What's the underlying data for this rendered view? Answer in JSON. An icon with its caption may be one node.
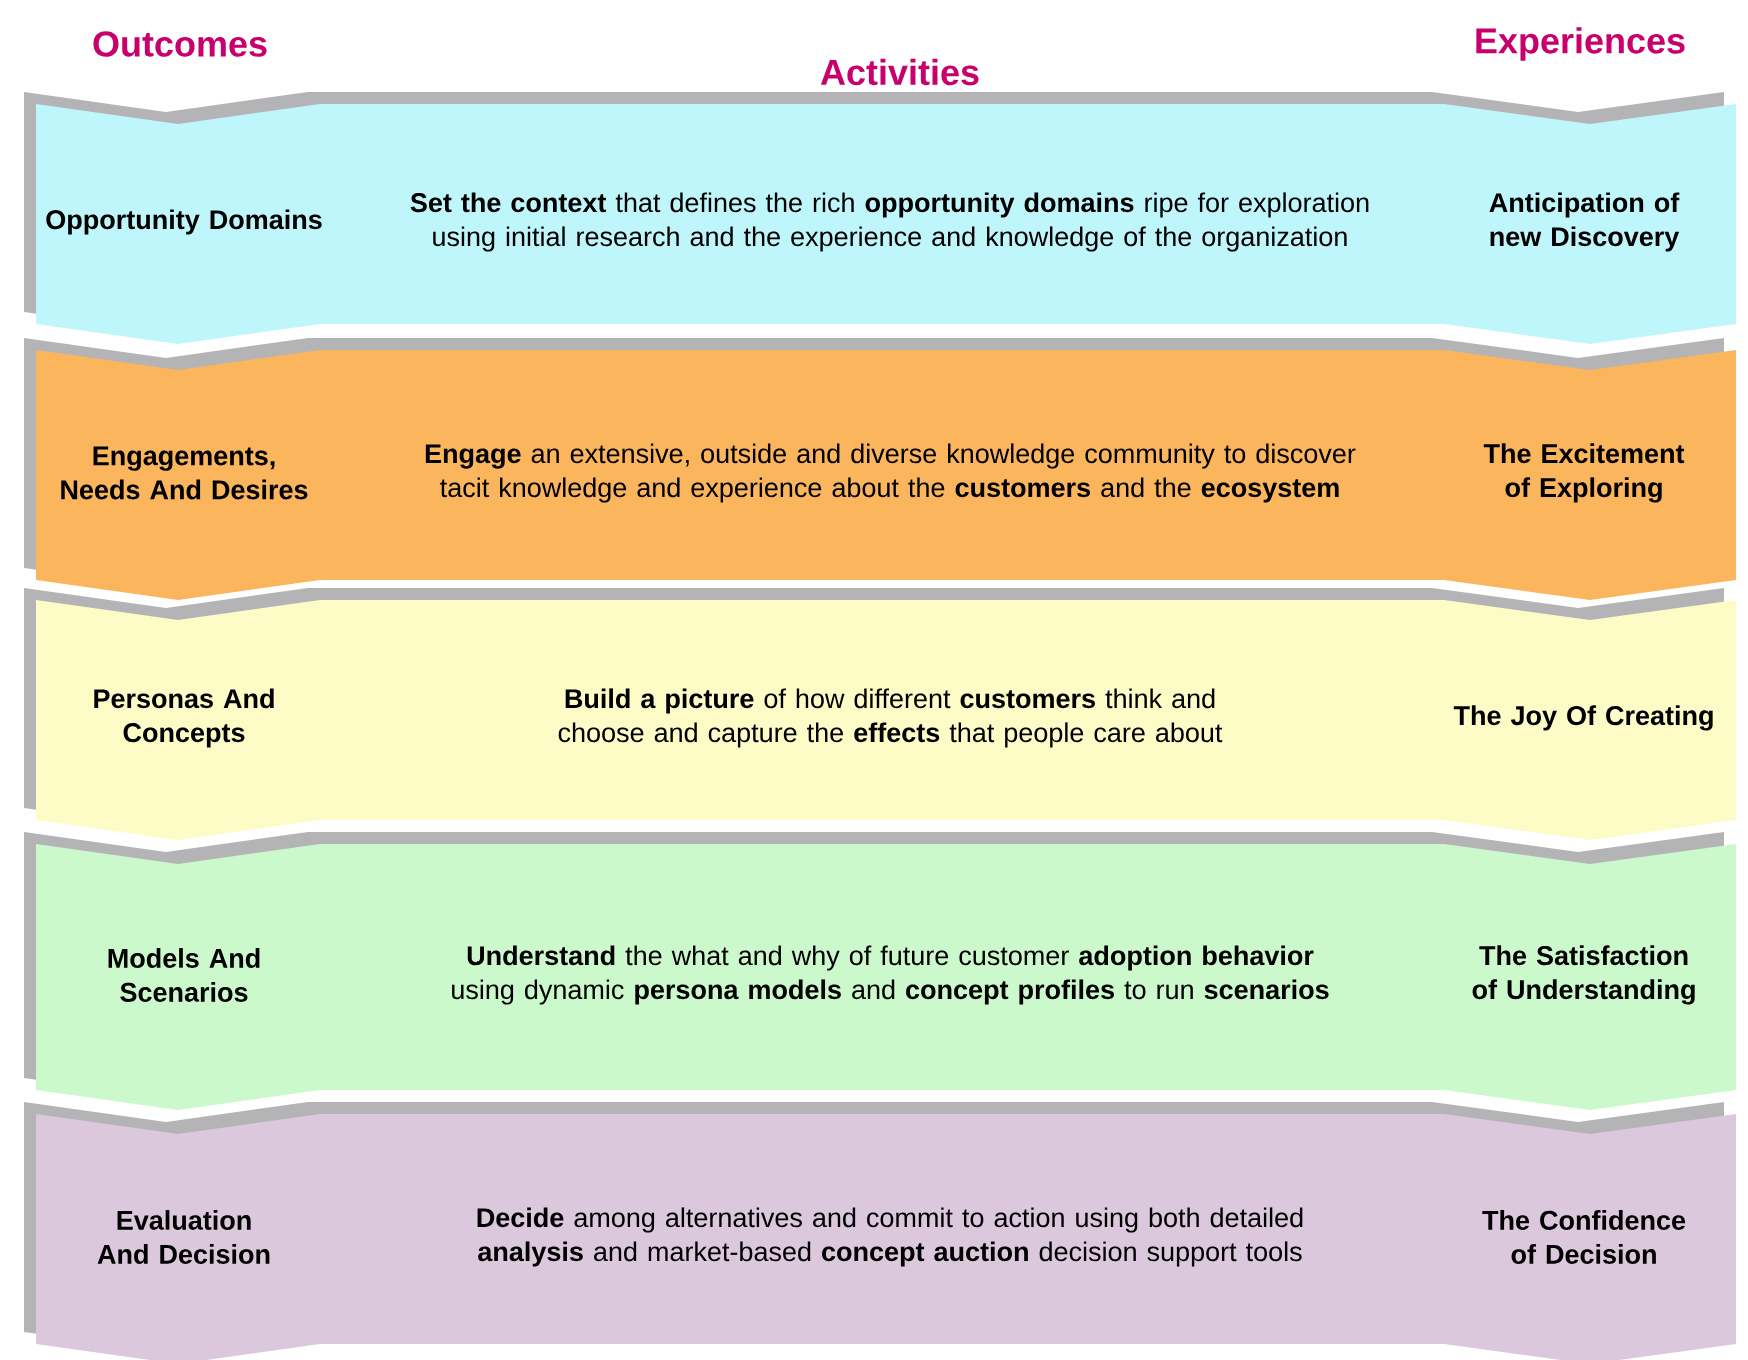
{
  "diagram": {
    "nodes": [
      {
        "text": [
          "Opportunity Domains",
          "**Set the context** that defines the rich **opportunity domains** ripe for exploration using initial research and the experience and knowledge of the organization",
          "Anticipation of new Discovery"
        ]
      },
      {
        "text": [
          "Engagements, Needs And Desires",
          "**Engage** an extensive, outside and diverse knowledge community to discover tacit knowledge and experience about the **customers** and the **ecosystem**",
          "The Excitement of Exploring"
        ]
      },
      {
        "text": [
          "Personas And Concepts",
          "**Build a picture** of how different **customers** think and choose and capture the **effects** that people care about",
          "The Joy Of Creating"
        ]
      },
      {
        "text": [
          "Models And Scenarios",
          "**Understand** the what and why of future customer **adoption behavior** using dynamic **persona models** and **concept profiles** to run **scenarios**",
          "The Satisfaction of Understanding"
        ]
      },
      {
        "text": [
          "Evaluation And Decision",
          "**Decide** among alternatives and commit to action using both detailed **analysis** and market-based **concept auction** decision support tools",
          "The Confidence of Decision"
        ]
      }
    ],
    "labels": [
      "Outcomes",
      "Activities",
      "Experiences"
    ]
  }
}
